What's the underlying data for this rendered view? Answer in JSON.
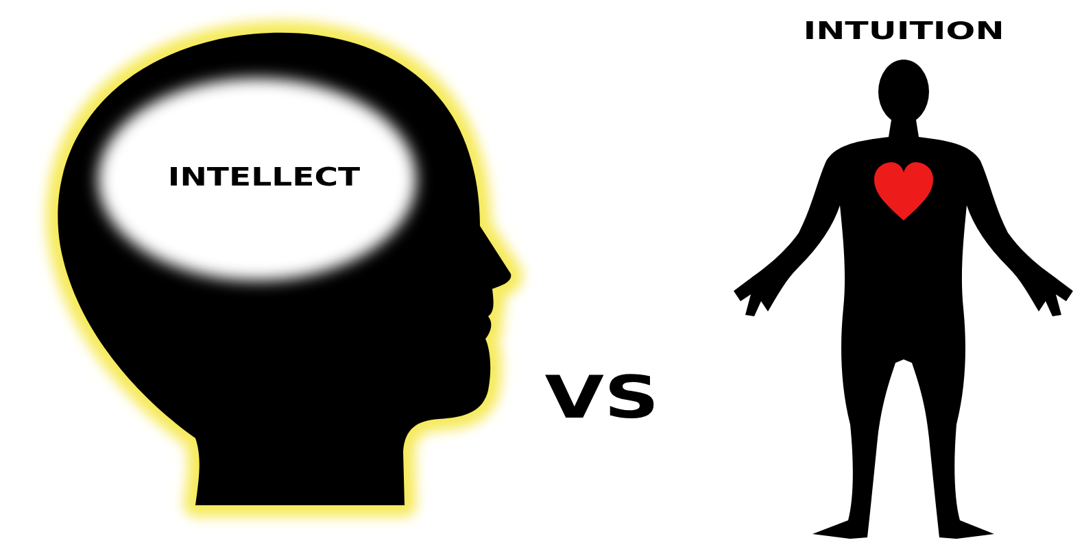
{
  "diagram": {
    "nodes": [
      {
        "text": [
          "INTELLECT"
        ]
      },
      {
        "text": [
          "INTUITION"
        ]
      }
    ],
    "labels": [
      "VS"
    ]
  }
}
